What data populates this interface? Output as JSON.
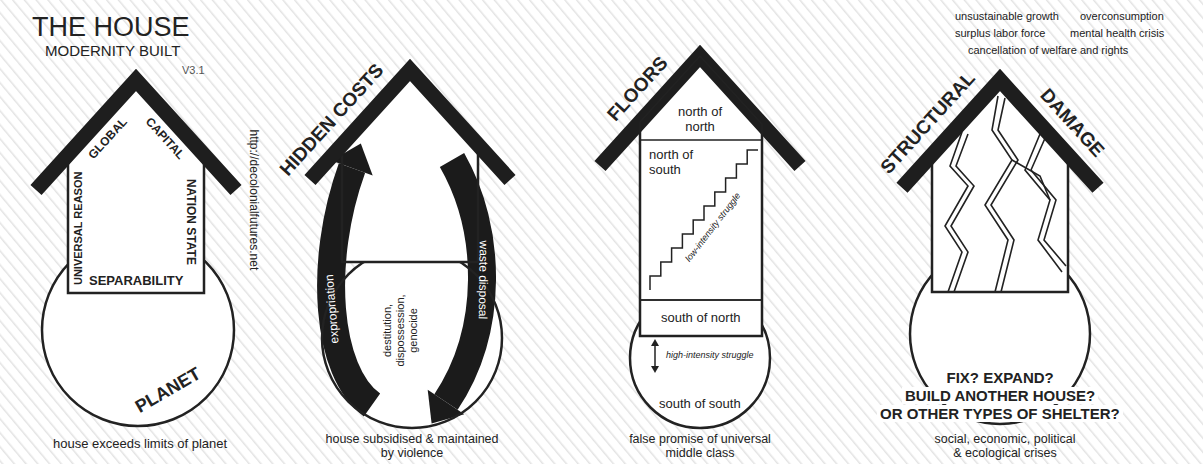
{
  "diagram": {
    "title": "THE HOUSE",
    "nodes": [
      {
        "text": [
          "GLOBAL",
          "CAPITAL",
          "UNIVERSAL REASON",
          "NATION STATE",
          "SEPARABILITY"
        ]
      },
      {
        "text": [
          "PLANET"
        ]
      },
      {
        "text": [
          "HIDDEN COSTS"
        ]
      },
      {
        "text": [
          "destitution, dispossession, genocide"
        ]
      },
      {
        "text": [
          "FLOORS"
        ]
      },
      {
        "text": [
          "north of north"
        ],
        "in": 4
      },
      {
        "text": [
          "north of south",
          "low-intensity struggle"
        ],
        "in": 4
      },
      {
        "text": [
          "south of north"
        ],
        "in": 4
      },
      {
        "text": [
          "south of south"
        ]
      },
      {
        "text": [
          "STRUCTURAL",
          "DAMAGE"
        ]
      }
    ],
    "labels": [
      "MODERNITY BUILT",
      "V3.1",
      "http://decolonialfutures.net",
      "house exceeds limits of planet",
      "expropriation",
      "waste disposal",
      "house subsidised & maintained by violence",
      "high-intensity struggle",
      "false promise of universal middle class",
      "unsustainable growth",
      "overconsumption",
      "surplus labor force",
      "mental health crisis",
      "cancellation of welfare and rights",
      "FIX? EXPAND?",
      "BUILD ANOTHER HOUSE?",
      "OR OTHER TYPES OF SHELTER?",
      "social, economic, political & ecological crises"
    ]
  }
}
